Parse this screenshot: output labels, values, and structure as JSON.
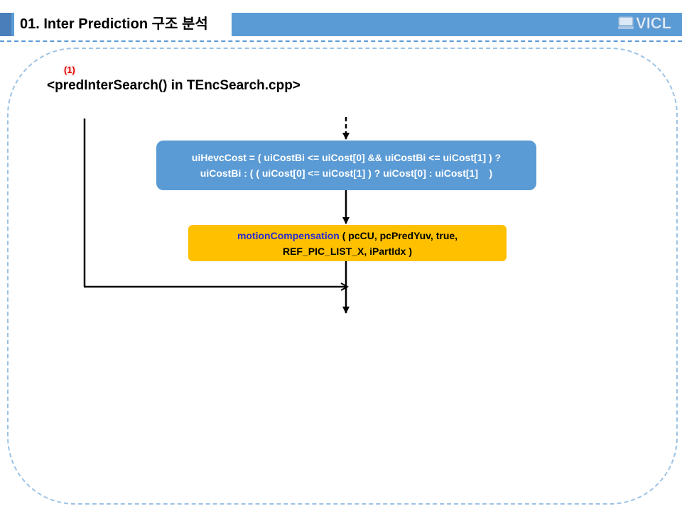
{
  "header": {
    "title": "01. Inter Prediction 구조 분석",
    "logo_text": "VICL"
  },
  "content": {
    "ref_marker": "(1)",
    "heading": "<predInterSearch() in TEncSearch.cpp>"
  },
  "flow": {
    "cost_box": {
      "line1": "uiHevcCost = ( uiCostBi <= uiCost[0] && uiCostBi <= uiCost[1] ) ?",
      "line2": "uiCostBi : ( ( uiCost[0] <= uiCost[1] ) ? uiCost[0] : uiCost[1]    )"
    },
    "mc_box": {
      "function_name": "motionCompensation",
      "line1_rest": " ( pcCU, pcPredYuv, true,",
      "line2": "REF_PIC_LIST_X, iPartIdx )"
    }
  },
  "colors": {
    "header_blue": "#5b9bd5",
    "frame_dash": "#9dc3e6",
    "cost_box": "#5b9bd5",
    "mc_box": "#ffc000",
    "function_name": "#2a2ad0",
    "ref_marker": "#e00000"
  }
}
